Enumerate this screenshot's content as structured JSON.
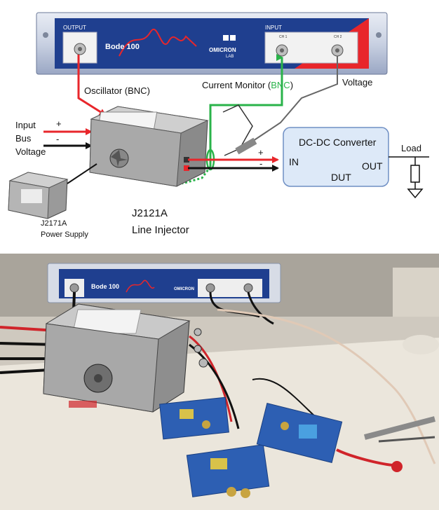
{
  "diagram": {
    "bode": {
      "output_label": "OUTPUT",
      "name": "Bode 100",
      "brand": "OMICRON",
      "brand_sub": "LAB",
      "input_label": "INPUT",
      "ch1": "CH 1",
      "ch2": "CH 2"
    },
    "labels": {
      "oscillator": "Oscillator (BNC)",
      "current_monitor_prefix": "Current Monitor (",
      "current_monitor_bnc": "BNC",
      "current_monitor_suffix": ")",
      "voltage": "Voltage",
      "input_line1": "Input",
      "input_line2": "Bus",
      "input_line3": "Voltage",
      "plus": "+",
      "minus": "-",
      "dcdc_title": "DC-DC Converter",
      "dcdc_in": "IN",
      "dcdc_out": "OUT",
      "dcdc_dut": "DUT",
      "load": "Load",
      "injector_line1": "J2121A",
      "injector_line2": "Line Injector",
      "psu_line1": "J2171A",
      "psu_line2": "Power Supply"
    },
    "colors": {
      "red_wire": "#e8262b",
      "green_wire": "#2ab34a",
      "black_wire": "#111111",
      "bode_blue": "#1f3f8f",
      "dcdc_fill": "#dde9f8",
      "dcdc_border": "#6f8fc4"
    }
  },
  "photo": {
    "bode_name": "Bode 100",
    "brand": "OMICRON"
  }
}
